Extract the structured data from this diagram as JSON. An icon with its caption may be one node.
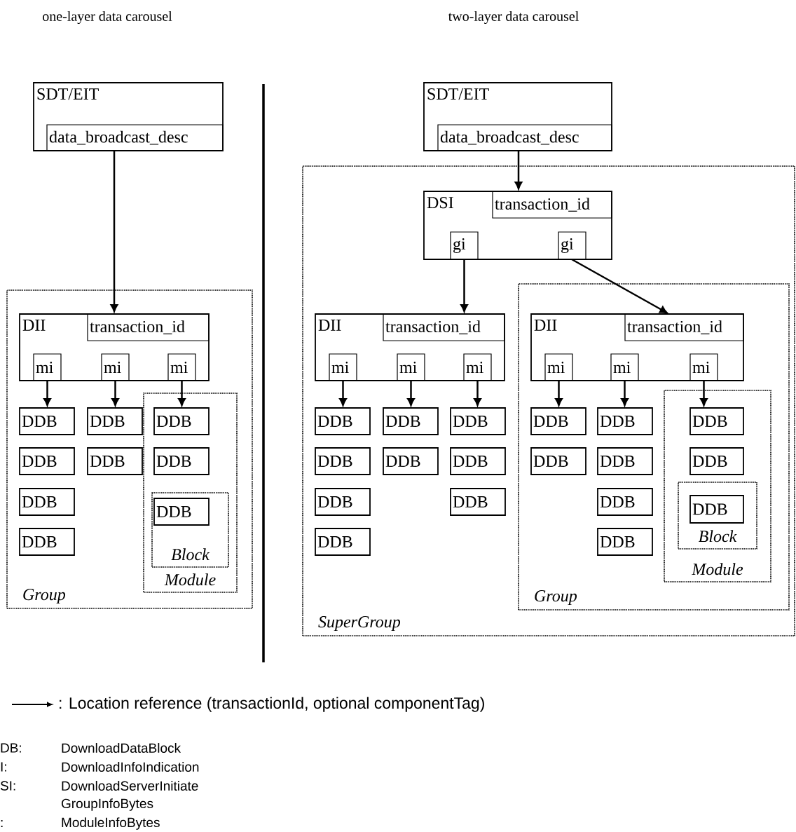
{
  "diagram": {
    "nodes": [
      {
        "text": [
          "SDT/EIT"
        ]
      },
      {
        "text": [
          "data_broadcast_desc"
        ],
        "in": 0
      },
      {
        "text": [
          "Group"
        ]
      },
      {
        "text": [
          "DII"
        ],
        "in": 2
      },
      {
        "text": [
          "transaction_id"
        ],
        "in": 3
      },
      {
        "text": [
          "mi"
        ],
        "in": 3
      },
      {
        "text": [
          "mi"
        ],
        "in": 3
      },
      {
        "text": [
          "mi"
        ],
        "in": 3
      },
      {
        "text": [
          "DDB"
        ],
        "in": 2
      },
      {
        "text": [
          "DDB"
        ],
        "in": 2
      },
      {
        "text": [
          "DDB"
        ],
        "in": 2
      },
      {
        "text": [
          "DDB"
        ],
        "in": 2
      },
      {
        "text": [
          "DDB"
        ],
        "in": 2
      },
      {
        "text": [
          "DDB"
        ],
        "in": 2
      },
      {
        "text": [
          "Module"
        ],
        "in": 2
      },
      {
        "text": [
          "DDB"
        ],
        "in": 14
      },
      {
        "text": [
          "DDB"
        ],
        "in": 14
      },
      {
        "text": [
          "Block"
        ],
        "in": 14
      },
      {
        "text": [
          "DDB"
        ],
        "in": 17
      },
      {
        "text": [
          "SDT/EIT"
        ]
      },
      {
        "text": [
          "data_broadcast_desc"
        ],
        "in": 19
      },
      {
        "text": [
          "SuperGroup"
        ]
      },
      {
        "text": [
          "DSI"
        ],
        "in": 21
      },
      {
        "text": [
          "transaction_id"
        ],
        "in": 22
      },
      {
        "text": [
          "gi"
        ],
        "in": 22
      },
      {
        "text": [
          "gi"
        ],
        "in": 22
      },
      {
        "text": [
          "DII"
        ],
        "in": 21
      },
      {
        "text": [
          "transaction_id"
        ],
        "in": 26
      },
      {
        "text": [
          "mi"
        ],
        "in": 26
      },
      {
        "text": [
          "mi"
        ],
        "in": 26
      },
      {
        "text": [
          "mi"
        ],
        "in": 26
      },
      {
        "text": [
          "DDB"
        ],
        "in": 21
      },
      {
        "text": [
          "DDB"
        ],
        "in": 21
      },
      {
        "text": [
          "DDB"
        ],
        "in": 21
      },
      {
        "text": [
          "DDB"
        ],
        "in": 21
      },
      {
        "text": [
          "DDB"
        ],
        "in": 21
      },
      {
        "text": [
          "DDB"
        ],
        "in": 21
      },
      {
        "text": [
          "DDB"
        ],
        "in": 21
      },
      {
        "text": [
          "DDB"
        ],
        "in": 21
      },
      {
        "text": [
          "DDB"
        ],
        "in": 21
      },
      {
        "text": [
          "Group"
        ],
        "in": 21
      },
      {
        "text": [
          "DII"
        ],
        "in": 40
      },
      {
        "text": [
          "transaction_id"
        ],
        "in": 41
      },
      {
        "text": [
          "mi"
        ],
        "in": 41
      },
      {
        "text": [
          "mi"
        ],
        "in": 41
      },
      {
        "text": [
          "mi"
        ],
        "in": 41
      },
      {
        "text": [
          "DDB"
        ],
        "in": 40
      },
      {
        "text": [
          "DDB"
        ],
        "in": 40
      },
      {
        "text": [
          "DDB"
        ],
        "in": 40
      },
      {
        "text": [
          "DDB"
        ],
        "in": 40
      },
      {
        "text": [
          "DDB"
        ],
        "in": 40
      },
      {
        "text": [
          "DDB"
        ],
        "in": 40
      },
      {
        "text": [
          "Module"
        ],
        "in": 40
      },
      {
        "text": [
          "DDB"
        ],
        "in": 52
      },
      {
        "text": [
          "DDB"
        ],
        "in": 52
      },
      {
        "text": [
          "Block"
        ],
        "in": 52
      },
      {
        "text": [
          "DDB"
        ],
        "in": 55
      }
    ],
    "edges": [
      {
        "from": 1,
        "to": 4,
        "arrow": "to"
      },
      {
        "from": 5,
        "to": 8,
        "arrow": "to"
      },
      {
        "from": 6,
        "to": 12,
        "arrow": "to"
      },
      {
        "from": 7,
        "to": 15,
        "arrow": "to"
      },
      {
        "from": 20,
        "to": 23,
        "arrow": "to"
      },
      {
        "from": 24,
        "to": 27,
        "arrow": "to"
      },
      {
        "from": 25,
        "to": 42,
        "arrow": "to"
      },
      {
        "from": 28,
        "to": 31,
        "arrow": "to"
      },
      {
        "from": 29,
        "to": 35,
        "arrow": "to"
      },
      {
        "from": 30,
        "to": 37,
        "arrow": "to"
      },
      {
        "from": 43,
        "to": 46,
        "arrow": "to"
      },
      {
        "from": 44,
        "to": 48,
        "arrow": "to"
      },
      {
        "from": 45,
        "to": 53,
        "arrow": "to"
      }
    ],
    "labels": [
      "one-layer data carousel",
      "two-layer data carousel",
      "DB:",
      "DownloadDataBlock",
      "I:",
      "DownloadInfoIndication",
      "SI:",
      "DownloadServerInitiate",
      "GroupInfoBytes",
      ":",
      "ModuleInfoBytes"
    ],
    "legend": [
      {
        "text": ": Location reference (transactionId, optional componentTag)"
      }
    ]
  }
}
